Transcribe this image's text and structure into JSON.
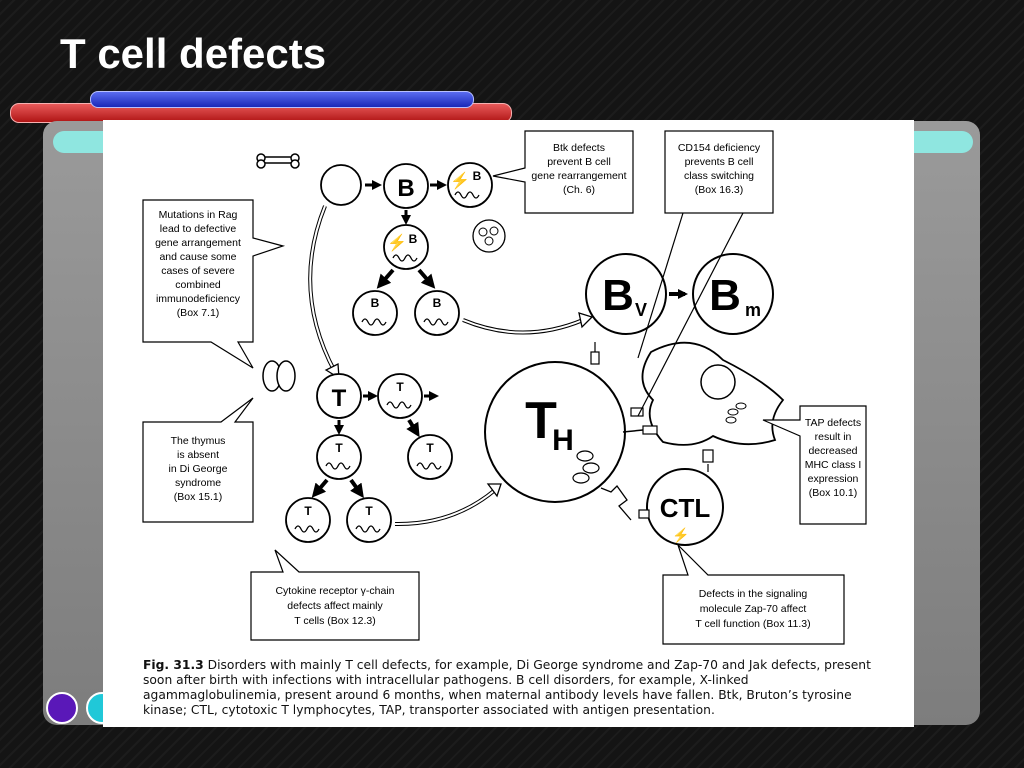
{
  "slide": {
    "title": "T cell defects"
  },
  "cells": {
    "b": "B",
    "t": "T",
    "bv_main": "B",
    "bv_sub": "V",
    "bm_main": "B",
    "bm_sub": "m",
    "th_main": "T",
    "th_sub": "H",
    "ctl": "CTL"
  },
  "callouts": {
    "rag": [
      "Mutations in Rag",
      "lead to defective",
      "gene arrangement",
      "and cause some",
      "cases of severe",
      "combined",
      "immunodeficiency",
      "(Box 7.1)"
    ],
    "btk": [
      "Btk defects",
      "prevent B cell",
      "gene rearrangement",
      "(Ch. 6)"
    ],
    "cd154": [
      "CD154 deficiency",
      "prevents B cell",
      "class switching",
      "(Box 16.3)"
    ],
    "thymus": [
      "The thymus",
      "is absent",
      "in Di George",
      "syndrome",
      "(Box 15.1)"
    ],
    "tap": [
      "TAP defects",
      "result in",
      "decreased",
      "MHC class I",
      "expression",
      "(Box 10.1)"
    ],
    "cytokine": [
      "Cytokine receptor γ-chain",
      "defects affect mainly",
      "T cells (Box 12.3)"
    ],
    "zap70": [
      "Defects in the signaling",
      "molecule Zap-70 affect",
      "T cell function (Box 11.3)"
    ]
  },
  "caption": {
    "label": "Fig. 31.3",
    "text": "Disorders with mainly T cell defects, for example, Di George syndrome and Zap-70 and Jak defects, present soon after birth with infections with intracellular pathogens. B cell disorders, for example, X-linked agammaglobulinemia, present around 6 months, when maternal antibody levels have fallen. Btk, Bruton’s tyrosine kinase; CTL, cytotoxic T lymphocytes, TAP, transporter associated with antigen presentation."
  }
}
